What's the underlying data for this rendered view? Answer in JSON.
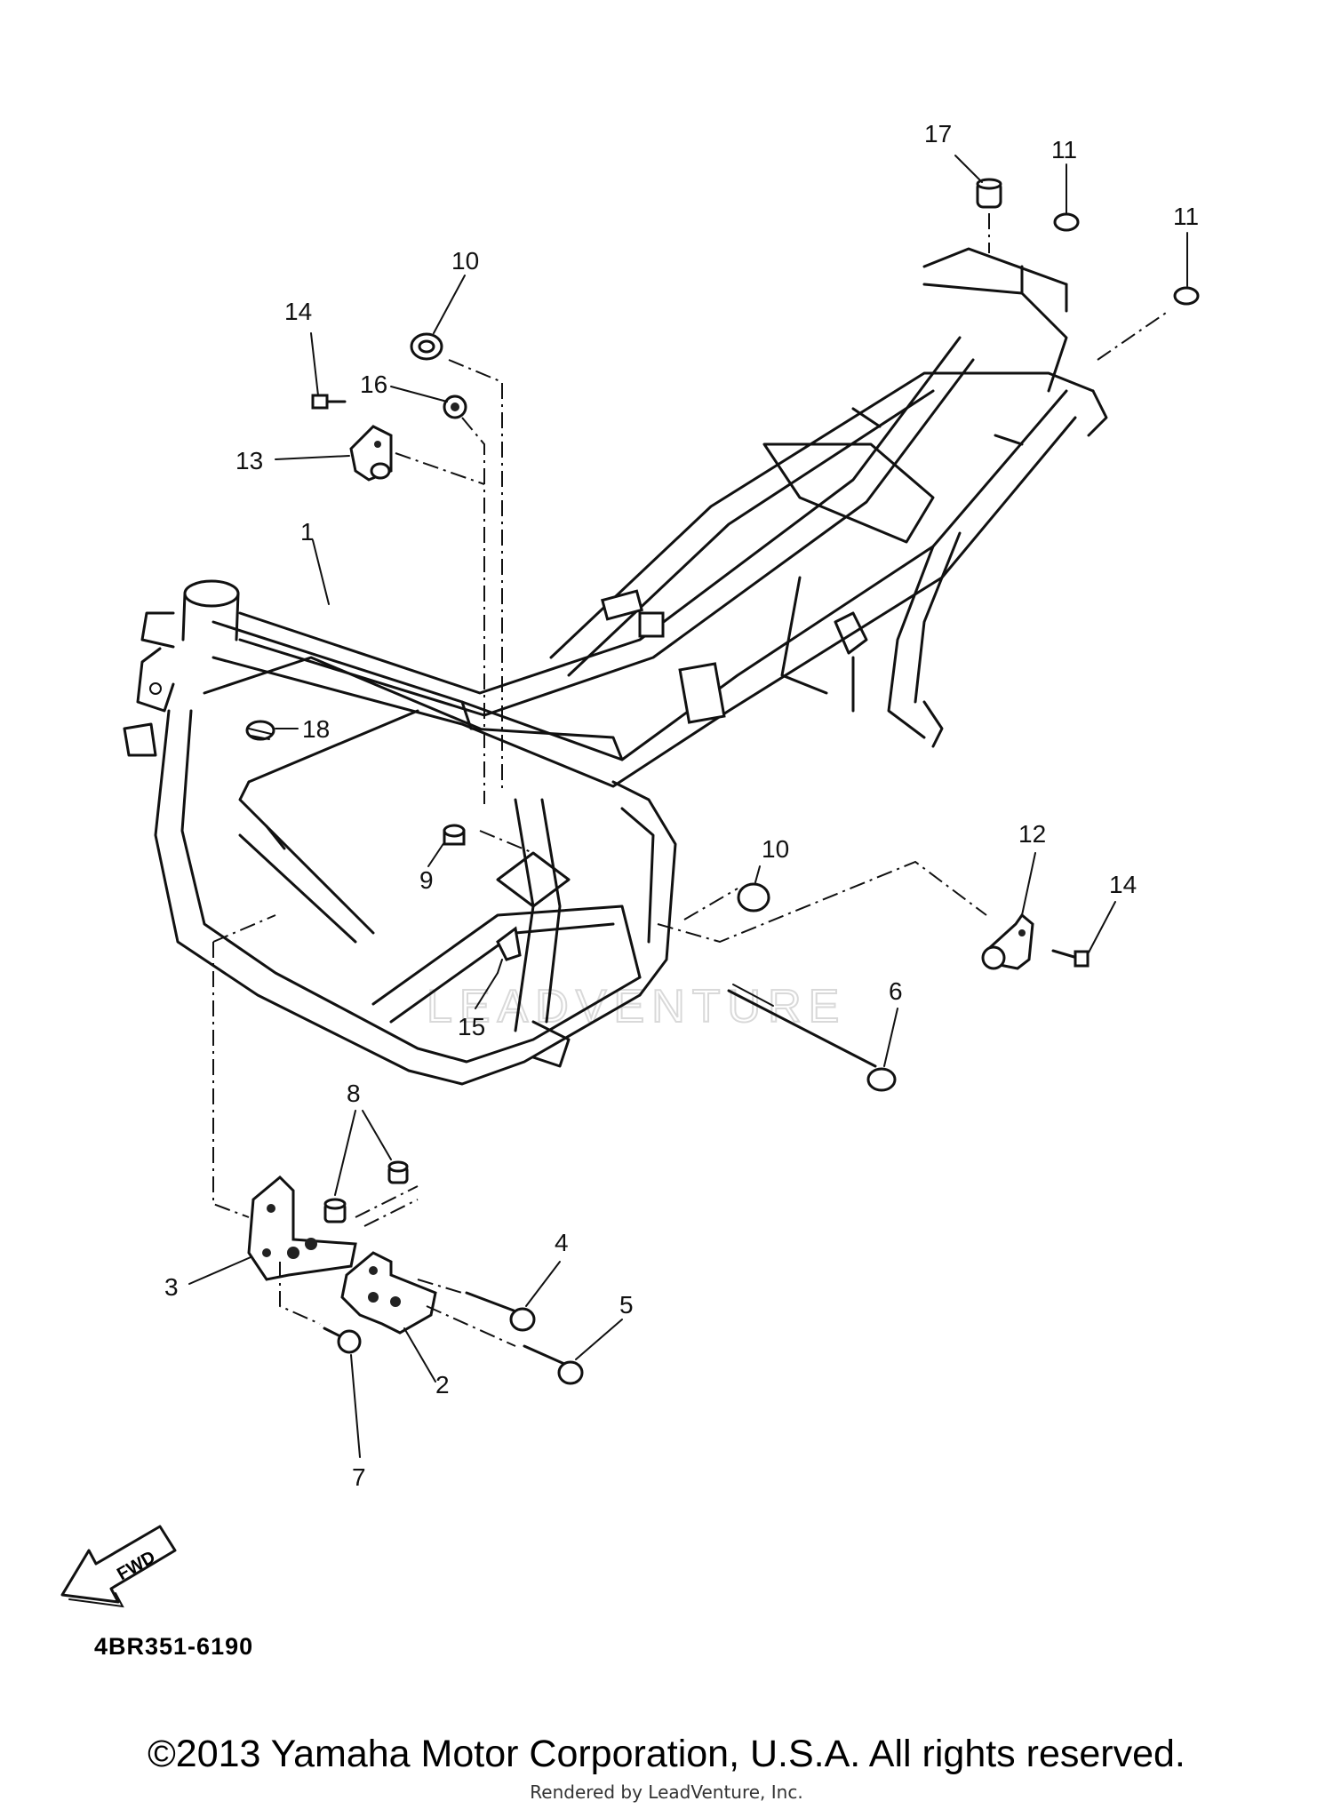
{
  "diagram": {
    "part_number": "4BR351-6190",
    "fwd_label": "FWD",
    "watermark": "LEADVENTURE",
    "callouts": {
      "c1": "1",
      "c2": "2",
      "c3": "3",
      "c4": "4",
      "c5": "5",
      "c6": "6",
      "c7": "7",
      "c8": "8",
      "c9": "9",
      "c10a": "10",
      "c10b": "10",
      "c11a": "11",
      "c11b": "11",
      "c12": "12",
      "c13": "13",
      "c14a": "14",
      "c14b": "14",
      "c15": "15",
      "c16": "16",
      "c17": "17",
      "c18": "18"
    }
  },
  "footer": {
    "copyright": "©2013 Yamaha Motor Corporation, U.S.A. All rights reserved.",
    "rendered_by": "Rendered by LeadVenture, Inc."
  }
}
